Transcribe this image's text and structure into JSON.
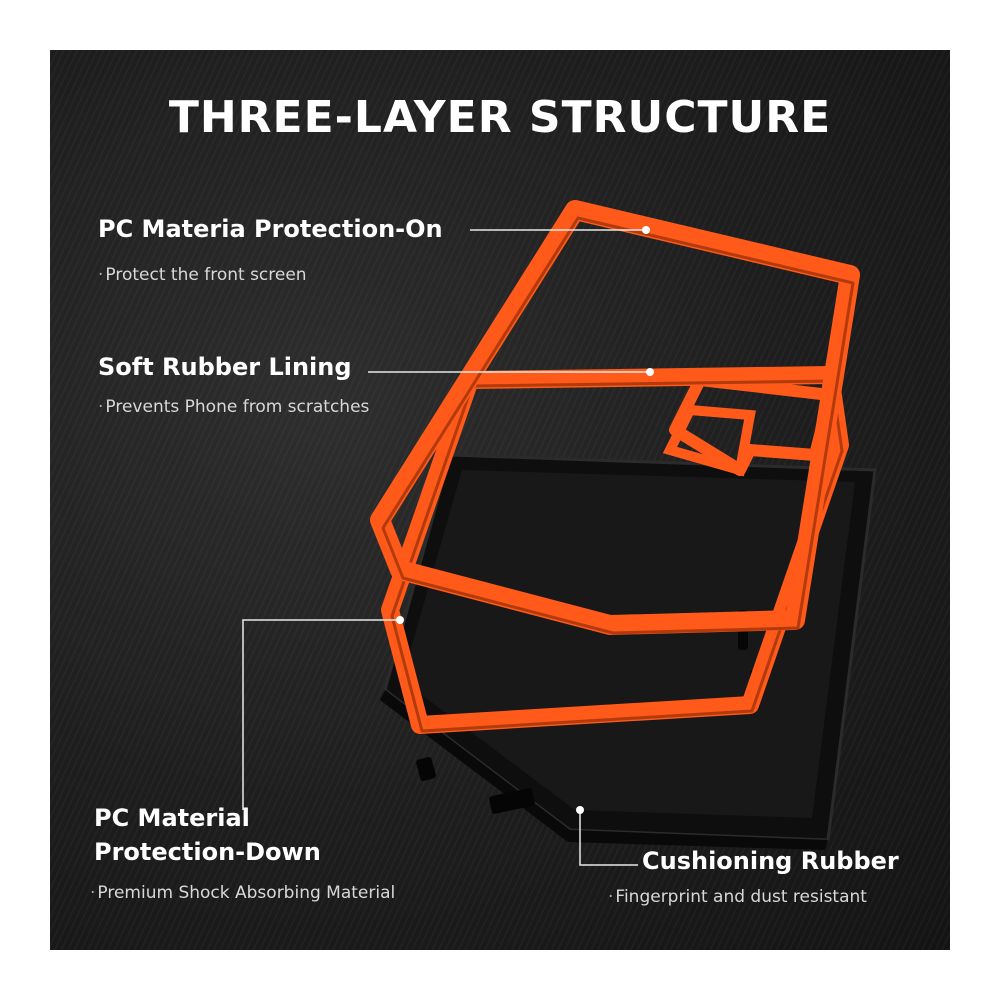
{
  "title": "THREE-LAYER STRUCTURE",
  "layers": [
    {
      "label": "PC Materia Protection-On",
      "desc": "Protect the front screen"
    },
    {
      "label": "Soft Rubber Lining",
      "desc": "Prevents Phone from scratches"
    },
    {
      "label_line1": "PC Material",
      "label_line2": "Protection-Down",
      "desc": "Premium Shock Absorbing Material"
    },
    {
      "label": "Cushioning Rubber",
      "desc": "Fingerprint and dust resistant"
    }
  ],
  "bullet": "·",
  "colors": {
    "background": "#1d1d1d",
    "accent_orange": "#ff5a1a",
    "case_black": "#141414",
    "text": "#ffffff"
  }
}
